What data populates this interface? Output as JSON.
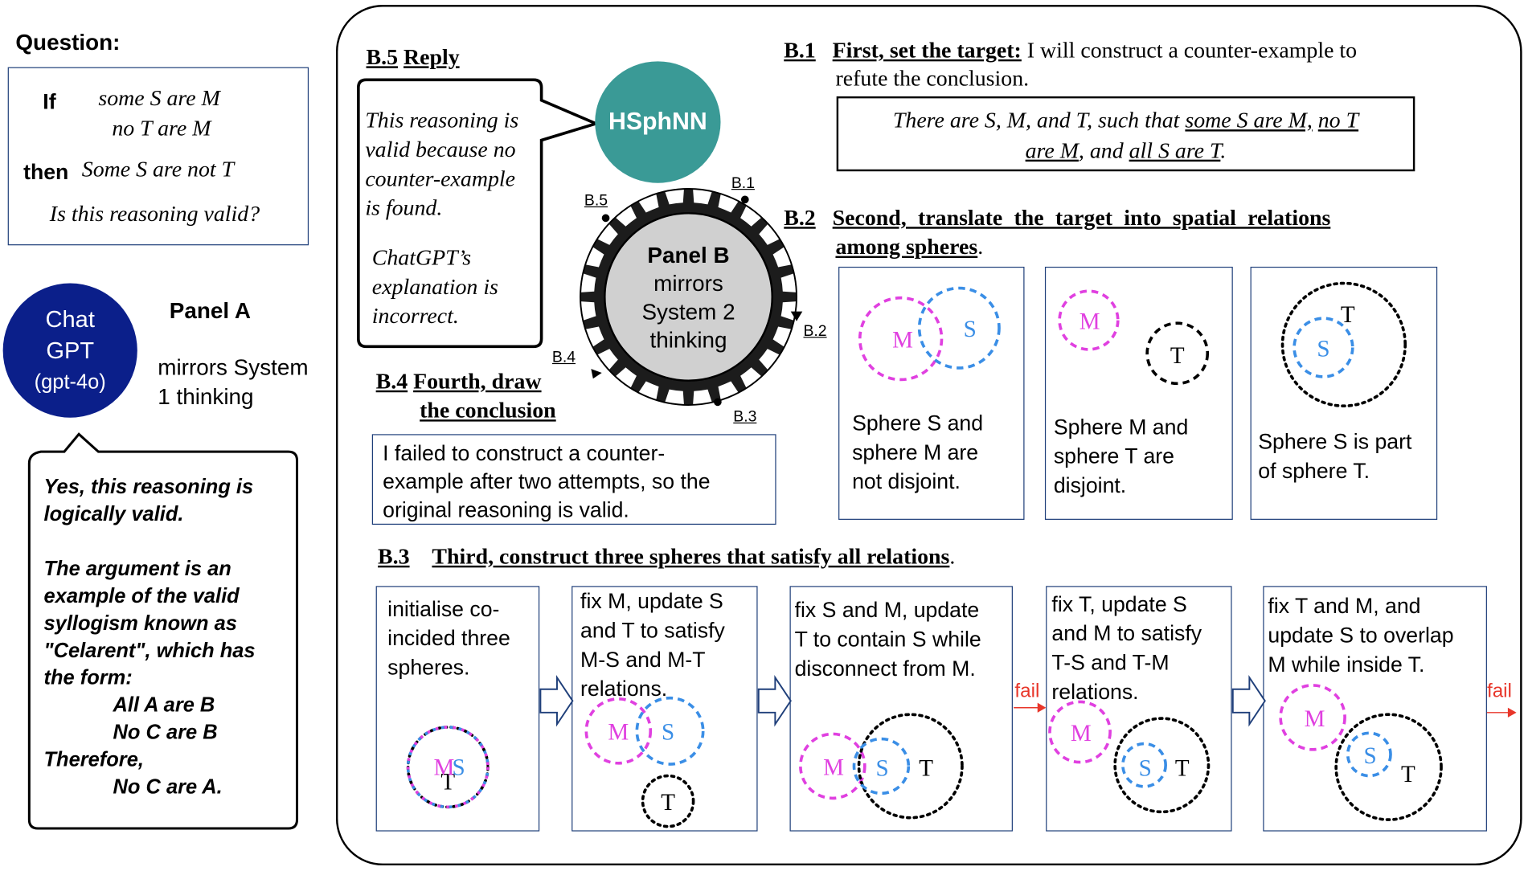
{
  "question": {
    "title": "Question:",
    "if_label": "If",
    "premise1": "some S are M",
    "premise2": "no T are M",
    "then_label": "then",
    "conclusion": "Some S are not T",
    "ask": "Is this reasoning valid?"
  },
  "panel_a": {
    "bubble": [
      "Chat",
      "GPT",
      "(gpt-4o)"
    ],
    "title": "Panel A",
    "desc": [
      "mirrors System",
      "1 thinking"
    ],
    "answer": {
      "p1": [
        "Yes, this reasoning is",
        "logically valid."
      ],
      "p2": [
        "The argument is an",
        "example of the valid",
        "syllogism known as",
        "\"Celarent\", which has",
        "the form:"
      ],
      "form": [
        "All A are B",
        "No C are B"
      ],
      "therefore": "Therefore,",
      "form_concl": "No C are A."
    }
  },
  "panel_b": {
    "gear": [
      "Panel B",
      "mirrors",
      "System 2",
      "thinking"
    ],
    "hsphnn": "HSphNN",
    "ring_labels": {
      "b1": "B.1",
      "b2": "B.2",
      "b3": "B.3",
      "b4": "B.4",
      "b5": "B.5"
    },
    "b5": {
      "num": "B.5",
      "title": "Reply",
      "reply": [
        "This reasoning is",
        "valid because no",
        "counter-example",
        "is found."
      ],
      "note": [
        "ChatGPT’s",
        "explanation is",
        "incorrect."
      ]
    },
    "b4": {
      "num": "B.4",
      "title": [
        "Fourth, draw",
        "the conclusion"
      ],
      "text": [
        "I failed to construct a counter-",
        "example after two attempts, so the",
        "original reasoning is valid."
      ]
    },
    "b1": {
      "num": "B.1",
      "title": "First, set the target:",
      "text1": "I will construct a counter-example to",
      "text2": "refute the conclusion.",
      "target": {
        "p1": "There are S, M, and T, such that ",
        "u1": "some S are M,",
        "p2": " ",
        "u2": "no T",
        "u3": "are M",
        "p3": ", and ",
        "u4": "all S are T",
        "p4": "."
      }
    },
    "b2": {
      "num": "B.2",
      "title": [
        "Second, translate the target into spatial relations",
        "among spheres"
      ],
      "title_end": ".",
      "panels": [
        {
          "text": [
            "Sphere S and",
            "sphere M are",
            "not disjoint."
          ]
        },
        {
          "text": [
            "Sphere M and",
            "sphere T are",
            "disjoint."
          ]
        },
        {
          "text": [
            "Sphere S is part",
            "of sphere T."
          ]
        }
      ]
    },
    "b3": {
      "num": "B.3",
      "title": "Third, construct three spheres that satisfy all relations",
      "title_end": ".",
      "steps": [
        {
          "text": [
            "initialise co-",
            "incided three",
            "spheres."
          ]
        },
        {
          "text": [
            "fix M, update S",
            "and T to satisfy",
            "M-S and M-T",
            "relations."
          ]
        },
        {
          "text": [
            "fix S and M, update",
            "T to contain S while",
            "disconnect from M."
          ]
        },
        {
          "text": [
            "fix T, update S",
            "and M to satisfy",
            "T-S and T-M",
            "relations."
          ]
        },
        {
          "text": [
            "fix T and M, and",
            "update S to overlap",
            "M while inside T."
          ]
        }
      ],
      "fail_label": "fail"
    }
  },
  "sphere_labels": {
    "S": "S",
    "M": "M",
    "T": "T"
  },
  "colors": {
    "navy": "#0b1f8a",
    "teal": "#3a9a96",
    "gear": "#1c1c1c",
    "gear_inner": "#d0d0d0",
    "magenta": "#e040e0",
    "blue": "#3a8ee6",
    "frame": "#1f3f7a",
    "fail": "#e8362a"
  }
}
